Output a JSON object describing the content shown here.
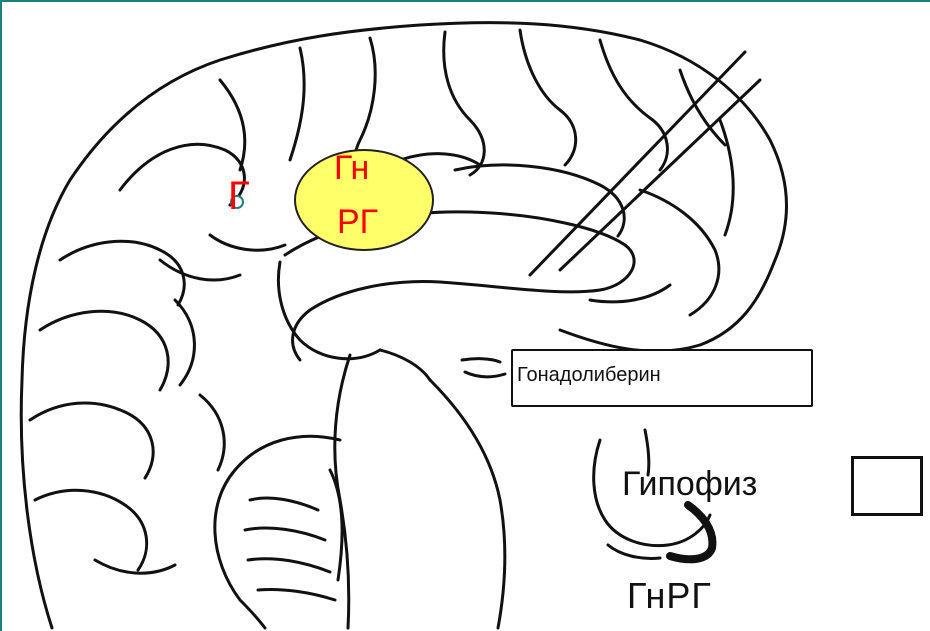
{
  "slide": {
    "partial_label": "Г",
    "oval_line1": "Гн",
    "oval_line2": "РГ"
  },
  "diagram": {
    "callout_label": "Гонадолиберин",
    "pituitary_label": "Гипофиз",
    "bottom_label": "ГнРГ"
  },
  "colors": {
    "frame": "#1f7f7f",
    "oval_fill": "#ffff6a",
    "oval_text": "#ff0000",
    "ink": "#111111"
  }
}
